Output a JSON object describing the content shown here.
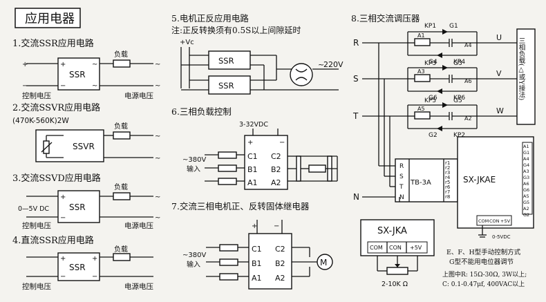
{
  "header": {
    "title": "应用电器"
  },
  "s1": {
    "title": "1.交流SSR应用电路",
    "load": "负载",
    "ssr": "SSR",
    "ctrl": "控制电压",
    "power": "电源电压"
  },
  "s2": {
    "title": "2.交流SSVR应用电路",
    "res": "(470K-560K)2W",
    "load": "负载",
    "ssvr": "SSVR"
  },
  "s3": {
    "title": "3.交流SSVD应用电路",
    "load": "负载",
    "ssr": "SSR",
    "dc": "0—5V DC",
    "ctrl": "控制电压",
    "power": "电源电压"
  },
  "s4": {
    "title": "4.直流SSR应用电路",
    "load": "负载",
    "ssr": "SSR",
    "ctrl": "控制电压",
    "power": "电源电压"
  },
  "s5": {
    "title": "5.电机正反应用电路",
    "note": "注:正反转换须有0.5S以上间隙延时",
    "vc": "+Vc",
    "ssr": "SSR",
    "v220": "220V"
  },
  "s6": {
    "title": "6.三相负载控制",
    "vdc": "3-32VDC",
    "v380": "~380V",
    "input": "输入",
    "c1": "C1",
    "b1": "B1",
    "a1": "A1",
    "c2": "C2",
    "b2": "B2",
    "a2": "A2"
  },
  "s7": {
    "title": "7.交流三相电机正、反转固体继电器",
    "v380": "~380V",
    "input": "输入",
    "c1": "C1",
    "b1": "B1",
    "a1": "A1",
    "c2": "C2",
    "b2": "B2",
    "a2": "A2",
    "motor": "M"
  },
  "s8": {
    "title": "8.三相交流调压器",
    "r": "R",
    "s": "S",
    "t": "T",
    "n": "N",
    "u": "U",
    "v": "V",
    "w": "W",
    "load": "三相负载(△或Y接法)",
    "kp": [
      "KP1",
      "G1",
      "A1",
      "A4",
      "G4",
      "KP4",
      "KP3",
      "G3",
      "A3",
      "A6",
      "G6",
      "KP6",
      "KP5",
      "G5",
      "A5",
      "A2",
      "G2",
      "KP2"
    ],
    "tb": "TB-3A",
    "tb_pins": [
      "R",
      "S",
      "T",
      "N"
    ],
    "tb_out": [
      "r1",
      "r2",
      "r3",
      "r4",
      "r5",
      "r6",
      "r7",
      "r8"
    ],
    "jkae": "SX-JKAE",
    "jkae_pins": [
      "A1",
      "G1",
      "A4",
      "G4",
      "A3",
      "G3",
      "A6",
      "G6",
      "A5",
      "G5",
      "A2",
      "G2"
    ],
    "jkae_bottom": [
      "COM",
      "CON",
      "+5V"
    ],
    "dc": "0-5VDC",
    "jka": "SX-JKA",
    "jka_pins": [
      "COM",
      "CON",
      "+5V"
    ],
    "pot": "2-10K Ω",
    "note1": "E、F、H型手动控制方式",
    "note2": "G型不能用电位器调节",
    "note3": "上图中R: 15Ω-30Ω, 3W以上;",
    "note4": "C: 0.1-0.47μf, 400VAC以上"
  }
}
